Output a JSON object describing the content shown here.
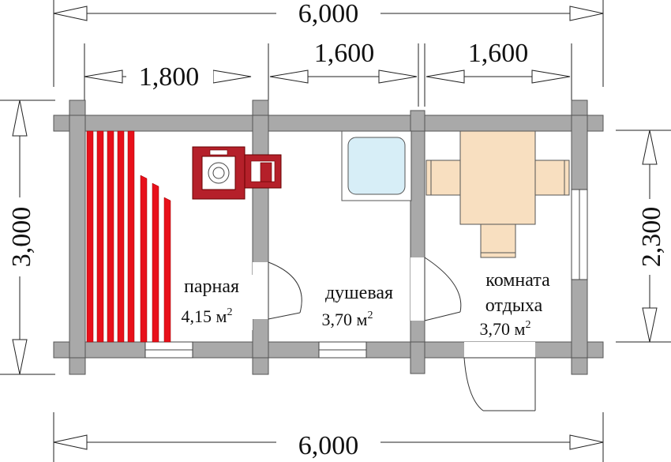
{
  "dimensions": {
    "top_total": "6,000",
    "bottom_total": "6,000",
    "top_segments": [
      "1,800",
      "1,600",
      "1,600"
    ],
    "left_total": "3,000",
    "right_inner": "2,300"
  },
  "rooms": [
    {
      "name_lines": [
        "парная"
      ],
      "area": "4,15 м",
      "unit_sup": "2"
    },
    {
      "name_lines": [
        "душевая"
      ],
      "area": "3,70 м",
      "unit_sup": "2"
    },
    {
      "name_lines": [
        "комната",
        "отдыха"
      ],
      "area": "3,70 м",
      "unit_sup": "2"
    }
  ],
  "colors": {
    "wall": "#a9a9a9",
    "shelf_red": "#e8101a",
    "stove": "#b5202a",
    "shower_tray": "#d7eef7",
    "furniture": "#f8dfc0"
  }
}
